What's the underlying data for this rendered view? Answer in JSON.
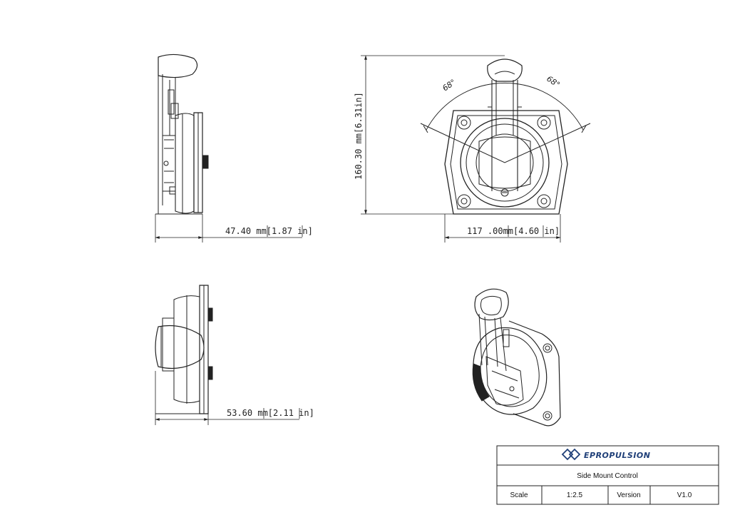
{
  "dimensions": {
    "side_width": "47.40 mm[1.87 in]",
    "front_height": "160.30 mm[6.31in]",
    "front_width": "117 .00mm[4.60 in]",
    "top_width": "53.60 mm[2.11 in]",
    "angle_left": "68°",
    "angle_right": "68°"
  },
  "title_block": {
    "brand": "EPROPULSION",
    "title": "Side Mount Control",
    "scale_label": "Scale",
    "scale_value": "1:2.5",
    "version_label": "Version",
    "version_value": "V1.0"
  },
  "colors": {
    "brand": "#1f3f78",
    "line": "#222222"
  },
  "icons": {
    "brand_logo": "epropulsion-logo-icon"
  }
}
